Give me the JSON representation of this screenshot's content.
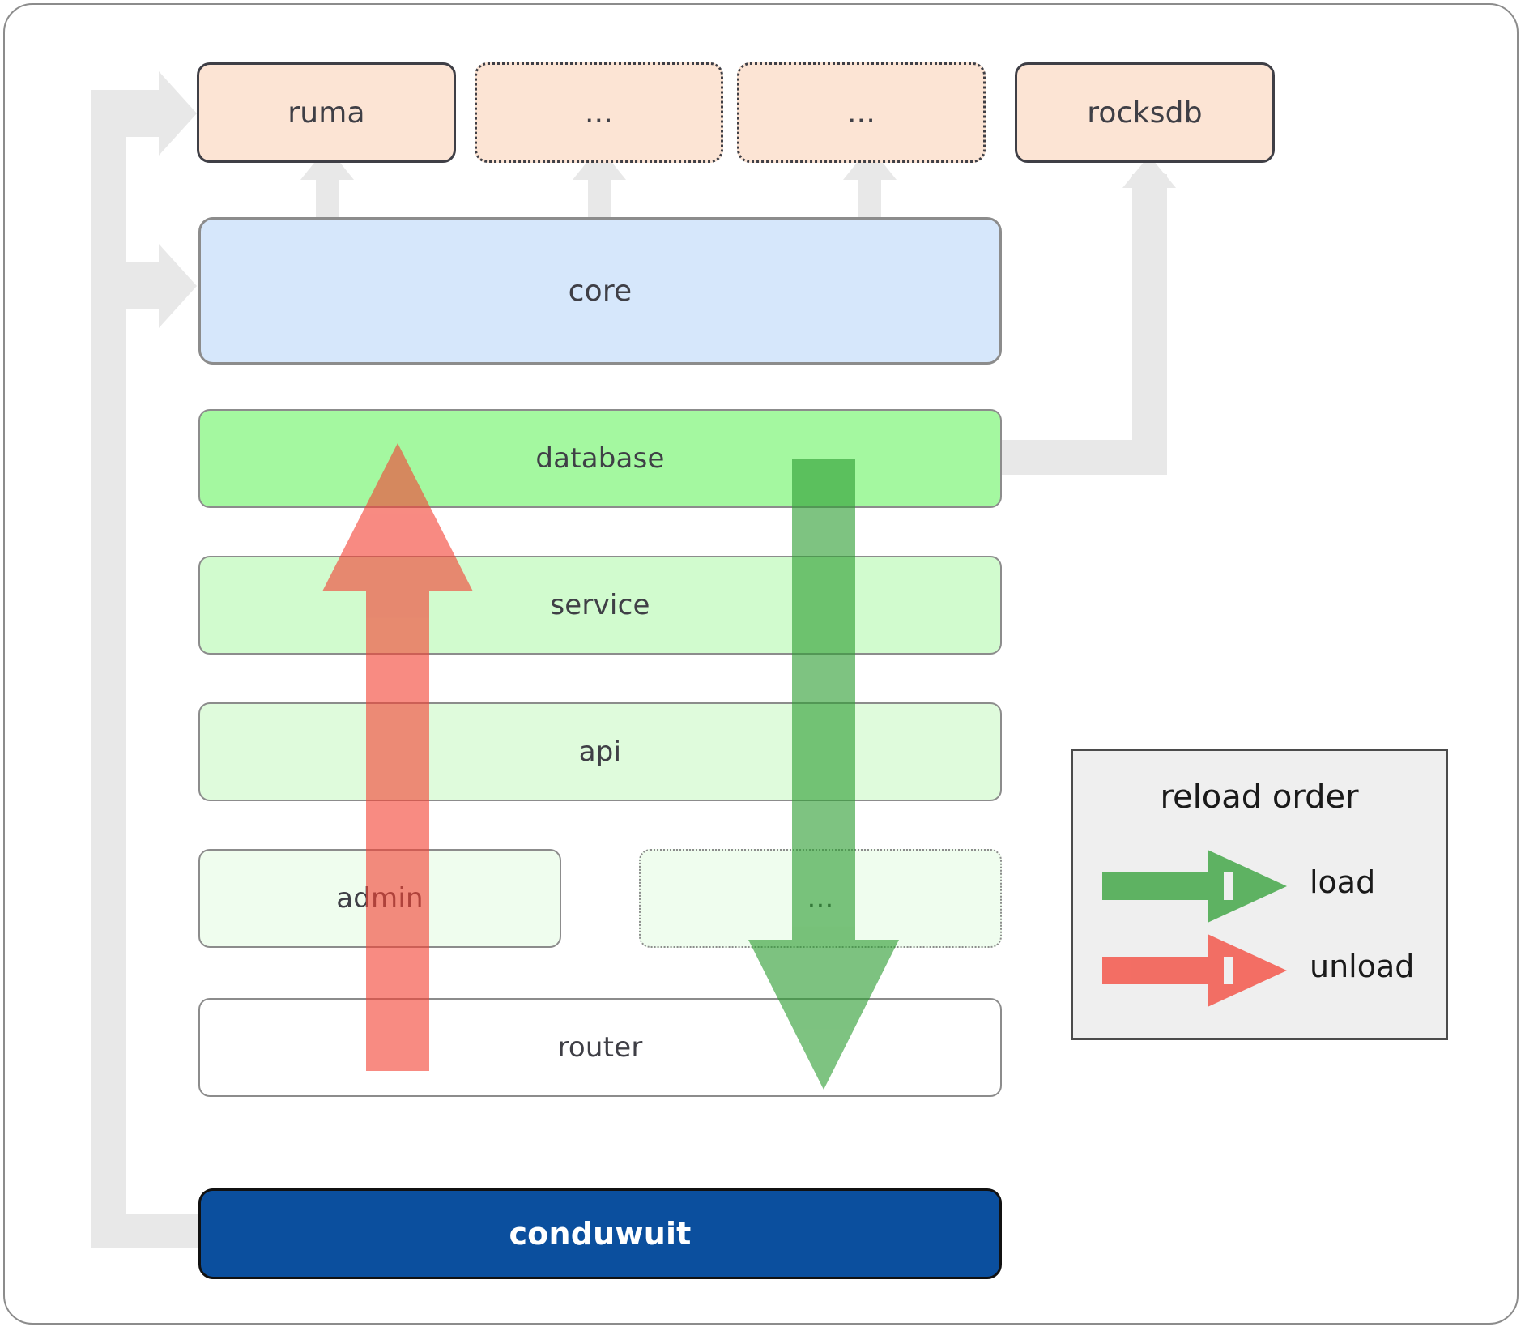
{
  "diagram": {
    "title": "conduwuit crate architecture / reload order",
    "colors": {
      "dependency_fill": "#fce4d4",
      "dependency_stroke": "#3f3f46",
      "core_fill": "#d6e7fb",
      "database_fill": "#a4f8a0",
      "service_fill": "#d1fbce",
      "api_fill": "#dffbdc",
      "admin_fill": "#effdee",
      "router_fill": "#ffffff",
      "app_fill": "#0b4f9e",
      "app_text": "#ffffff",
      "connector_gray": "#e8e8e8",
      "load_green": "#4caf50",
      "unload_red": "#f98080",
      "legend_bg": "#efefef",
      "legend_border": "#4b4b4b"
    },
    "dependencies": [
      {
        "id": "ruma",
        "label": "ruma",
        "style": "solid"
      },
      {
        "id": "dep2",
        "label": "...",
        "style": "dotted"
      },
      {
        "id": "dep3",
        "label": "...",
        "style": "dotted"
      },
      {
        "id": "rocksdb",
        "label": "rocksdb",
        "style": "solid"
      }
    ],
    "core": {
      "id": "core",
      "label": "core"
    },
    "layers": [
      {
        "id": "database",
        "label": "database",
        "style": "solid"
      },
      {
        "id": "service",
        "label": "service",
        "style": "solid"
      },
      {
        "id": "api",
        "label": "api",
        "style": "solid"
      },
      {
        "id": "admin",
        "label": "admin",
        "style": "solid"
      },
      {
        "id": "layerdots",
        "label": "...",
        "style": "dotted"
      },
      {
        "id": "router",
        "label": "router",
        "style": "solid"
      }
    ],
    "app": {
      "id": "conduwuit",
      "label": "conduwuit"
    },
    "legend": {
      "title": "reload order",
      "items": [
        {
          "id": "load",
          "label": "load",
          "color": "#4caf50",
          "direction": "down"
        },
        {
          "id": "unload",
          "label": "unload",
          "color": "#f98080",
          "direction": "up"
        }
      ]
    },
    "flows": [
      {
        "id": "unload-arrow",
        "label": "unload",
        "color": "#f98080",
        "direction": "up",
        "from": "router",
        "to": "database"
      },
      {
        "id": "load-arrow",
        "label": "load",
        "color": "#4caf50",
        "direction": "down",
        "from": "database",
        "to": "router"
      }
    ],
    "connector_edges": [
      {
        "from": "conduwuit",
        "to": "ruma"
      },
      {
        "from": "conduwuit",
        "to": "core"
      },
      {
        "from": "core",
        "to": "ruma"
      },
      {
        "from": "core",
        "to": "dep2"
      },
      {
        "from": "core",
        "to": "dep3"
      },
      {
        "from": "database",
        "to": "rocksdb"
      }
    ]
  }
}
